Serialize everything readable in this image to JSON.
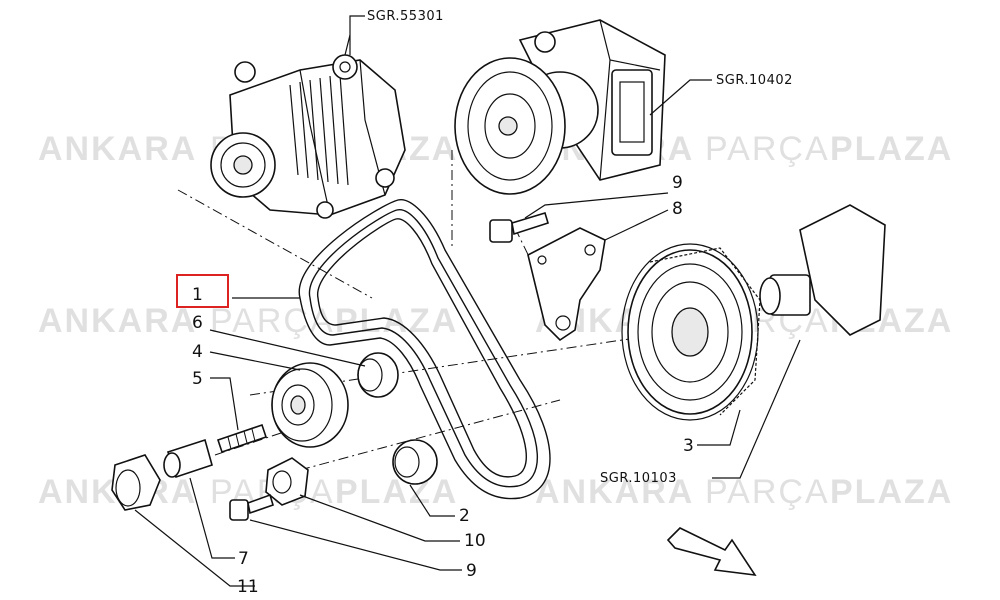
{
  "watermark": {
    "brand_a": "ANKARA",
    "brand_b": "PARÇA",
    "brand_c": "PLAZA"
  },
  "refs": {
    "alternator": "SGR.55301",
    "pump": "SGR.10402",
    "crank": "SGR.10103"
  },
  "labels": {
    "n1": "1",
    "n2": "2",
    "n3": "3",
    "n4": "4",
    "n5": "5",
    "n6": "6",
    "n7": "7",
    "n8": "8",
    "n9a": "9",
    "n9b": "9",
    "n10": "10",
    "n11": "11"
  },
  "colors": {
    "highlight": "#dd2222",
    "ink": "#111111",
    "watermark": "#c8c8c8"
  }
}
